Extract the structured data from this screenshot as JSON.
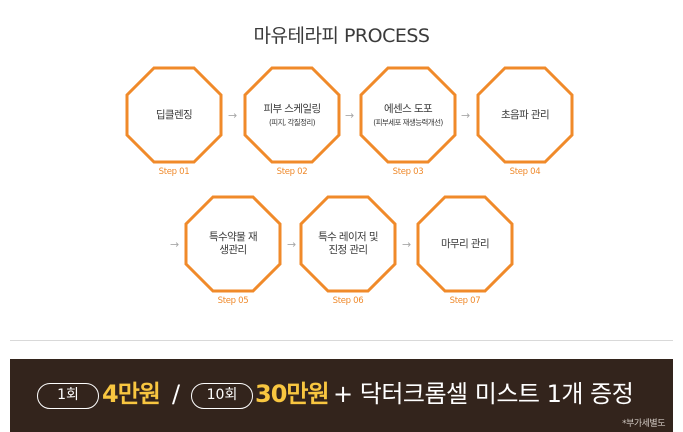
{
  "title": "마유테라피 PROCESS",
  "steps": [
    {
      "main": "딥클렌징",
      "sub": "",
      "step": "Step 01"
    },
    {
      "main": "피부 스케일링",
      "sub": "(피지, 각질정리)",
      "step": "Step 02"
    },
    {
      "main": "에센스 도포",
      "sub": "(피부세포 재생능력개선)",
      "step": "Step 03"
    },
    {
      "main": "초음파 관리",
      "sub": "",
      "step": "Step 04"
    },
    {
      "main": "특수약물 재생관리",
      "sub": "",
      "step": "Step 05"
    },
    {
      "main": "특수 레이저 및 진정 관리",
      "sub": "",
      "step": "Step 06"
    },
    {
      "main": "마무리 관리",
      "sub": "",
      "step": "Step 07"
    }
  ],
  "arrow_glyph": "→",
  "colors": {
    "accent": "#f08a2a",
    "banner_bg": "#33241c",
    "price": "#f8c640"
  },
  "offer": {
    "tag1": "1회",
    "price1": "4만원",
    "slash": "/",
    "tag2": "10회",
    "price2": "30만원",
    "bonus": "+ 닥터크롬셀 미스트 1개 증정",
    "note": "*부가세별도"
  }
}
